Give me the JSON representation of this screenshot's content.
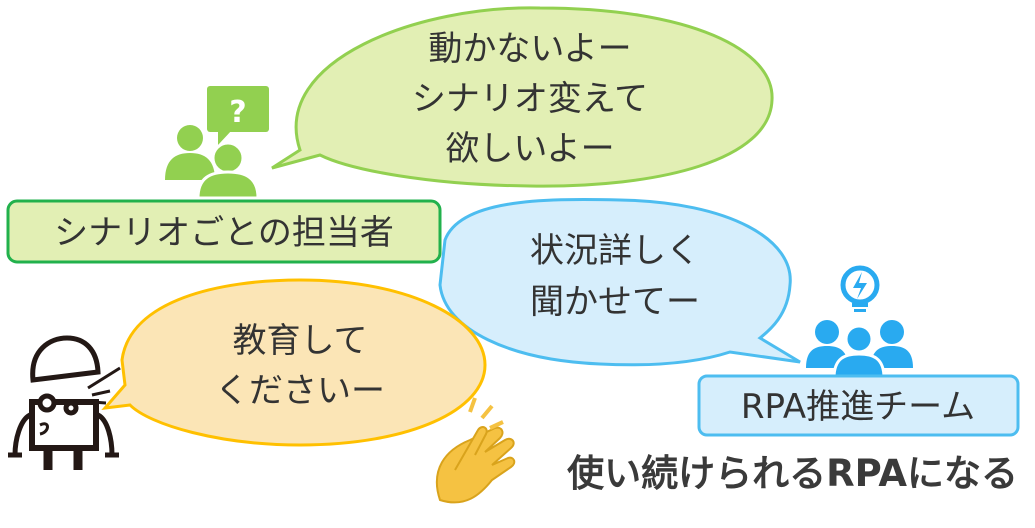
{
  "scenario_owner": {
    "label": "シナリオごとの担当者",
    "speech_lines": [
      "動かないよー",
      "シナリオ変えて",
      "欲しいよー"
    ],
    "icon": "person-question-icon",
    "color_fill": "#e2efb4",
    "color_stroke": "#92d050",
    "label_stroke": "#22b14c"
  },
  "rpa_team": {
    "label": "RPA推進チーム",
    "speech_lines": [
      "状況詳しく",
      "聞かせてー"
    ],
    "icon": "team-lightbulb-icon",
    "color_fill": "#d6eefc",
    "color_stroke": "#4dbdf0"
  },
  "robot": {
    "speech_lines": [
      "教育して",
      "くださいー"
    ],
    "icon": "robot-icon",
    "color_fill": "#fbe5b6",
    "color_stroke": "#ffc000"
  },
  "conclusion": {
    "text": "使い続けられるRPAになる",
    "icon": "clapping-hands-icon"
  }
}
